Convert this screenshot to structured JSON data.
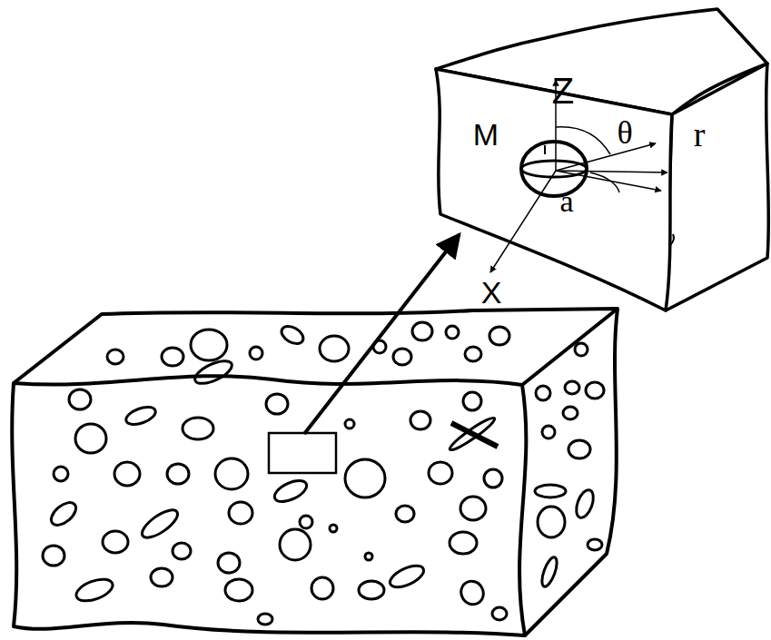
{
  "diagram": {
    "labels": [
      "Z",
      "M",
      "θ",
      "r",
      "a",
      "X"
    ]
  }
}
